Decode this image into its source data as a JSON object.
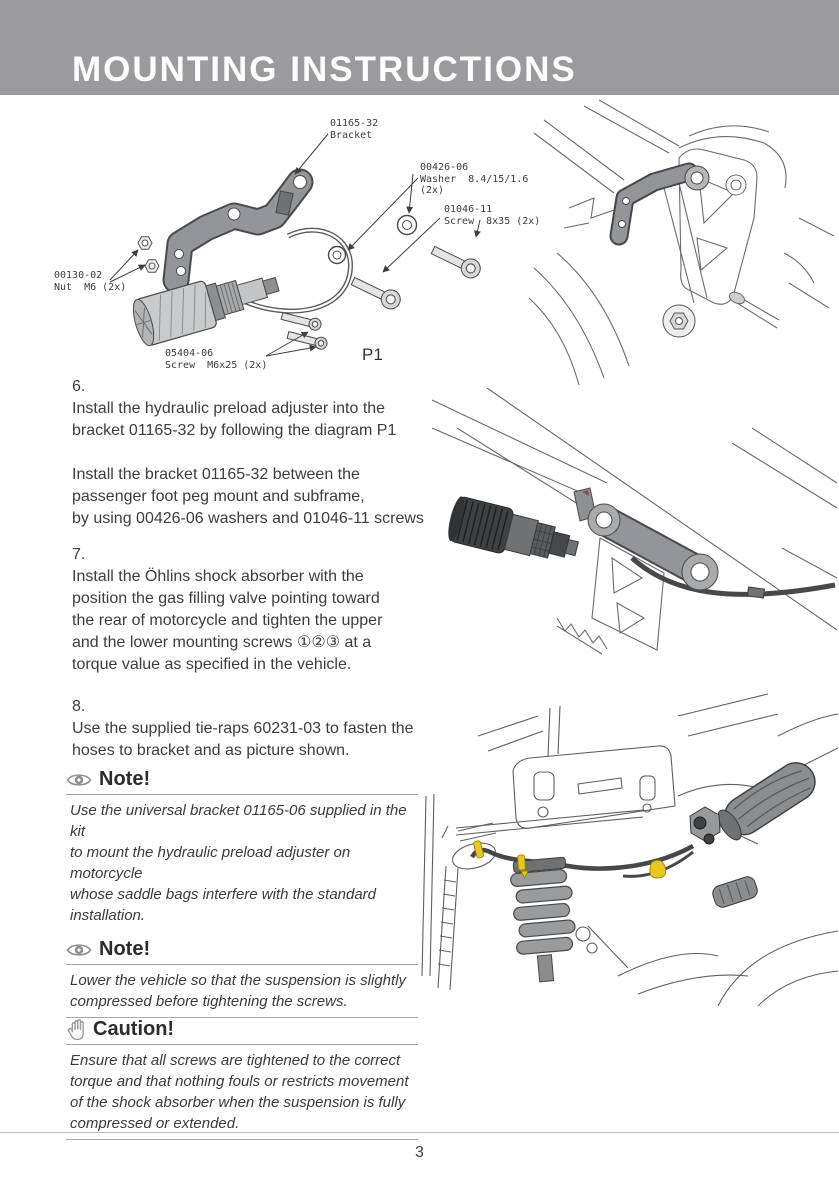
{
  "header": {
    "title": "MOUNTING INSTRUCTIONS"
  },
  "diagram_p1": {
    "caption": "P1",
    "labels": {
      "bracket": [
        "01165-32",
        "Bracket"
      ],
      "washer": [
        "00426-06",
        "Washer  8.4/15/1.6 (2x)"
      ],
      "screw_8x35": [
        "01046-11",
        "Screw  8x35 (2x)"
      ],
      "nut": [
        "00130-02",
        "Nut  M6 (2x)"
      ],
      "screw_m6x25": [
        "05404-06",
        "Screw  M6x25 (2x)"
      ]
    }
  },
  "steps": {
    "step6": {
      "number": "6.",
      "lines": [
        "Install the hydraulic preload adjuster into the",
        "bracket 01165-32 by following the diagram P1",
        "",
        "Install the bracket 01165-32 between the",
        "passenger foot peg mount and subframe,",
        "by using 00426-06 washers and 01046-11 screws"
      ]
    },
    "step7": {
      "number": "7.",
      "lines": [
        "Install the Öhlins shock absorber with the",
        "position the gas filling valve pointing toward",
        "the rear of motorcycle and tighten the upper",
        "and the lower mounting screws ①②③ at a",
        "torque value as specified in the vehicle."
      ]
    },
    "step8": {
      "number": "8.",
      "lines": [
        "Use the supplied tie-raps 60231-03 to fasten the",
        "hoses to bracket and as picture shown."
      ]
    }
  },
  "callouts": {
    "note1": {
      "title": "Note!",
      "lines": [
        "Use the universal bracket 01165-06 supplied in the kit",
        "to mount the hydraulic preload adjuster on motorcycle",
        "whose saddle bags interfere with the standard",
        "installation."
      ]
    },
    "note2": {
      "title": "Note!",
      "lines": [
        "Lower the vehicle so that the suspension is slightly",
        "compressed before tightening the screws."
      ]
    },
    "caution": {
      "title": "Caution!",
      "lines": [
        "Ensure that all screws are tightened to the correct",
        "torque and that nothing fouls or restricts movement",
        "of the shock absorber when the suspension is fully",
        "compressed or extended."
      ]
    }
  },
  "footer": {
    "page_number": "3"
  },
  "colors": {
    "header_bg": "#9b9b9d",
    "bracket_gray": "#939598",
    "tie_rap_yellow": "#e8c81e"
  }
}
